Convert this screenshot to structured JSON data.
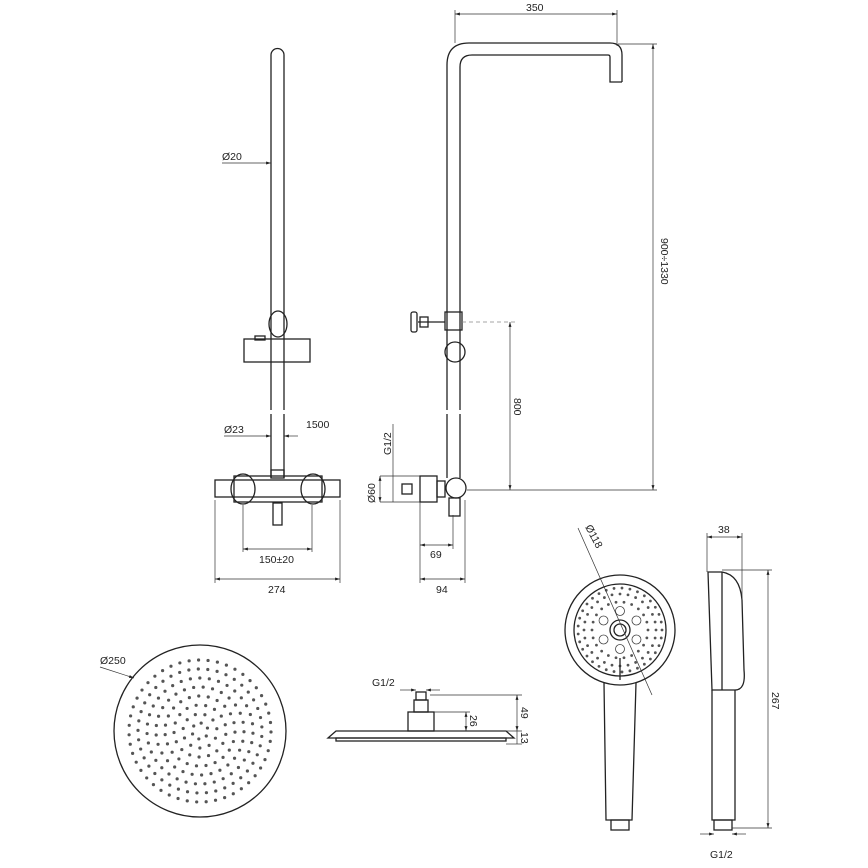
{
  "dimensions": {
    "arm_length": "350",
    "rail_diameter": "Ø20",
    "height_range": "900÷1330",
    "outlet_height": "800",
    "overall_height": "1500",
    "lower_pipe_diameter": "Ø23",
    "inlet_thread_mixer": "G1/2",
    "escutcheon_diameter": "Ø60",
    "inlet_spacing": "150±20",
    "mixer_width": "274",
    "mixer_depth_inner": "69",
    "mixer_depth": "94",
    "hand_shower_diameter": "Ø118",
    "hand_shower_thickness": "38",
    "hand_shower_length": "267",
    "hand_shower_thread": "G1/2",
    "rain_shower_diameter": "Ø250",
    "rain_shower_thread": "G1/2",
    "rain_shower_height": "49",
    "rain_shower_connector": "26",
    "rain_shower_plate": "13"
  },
  "colors": {
    "line": "#222222",
    "dots": "#555555"
  }
}
